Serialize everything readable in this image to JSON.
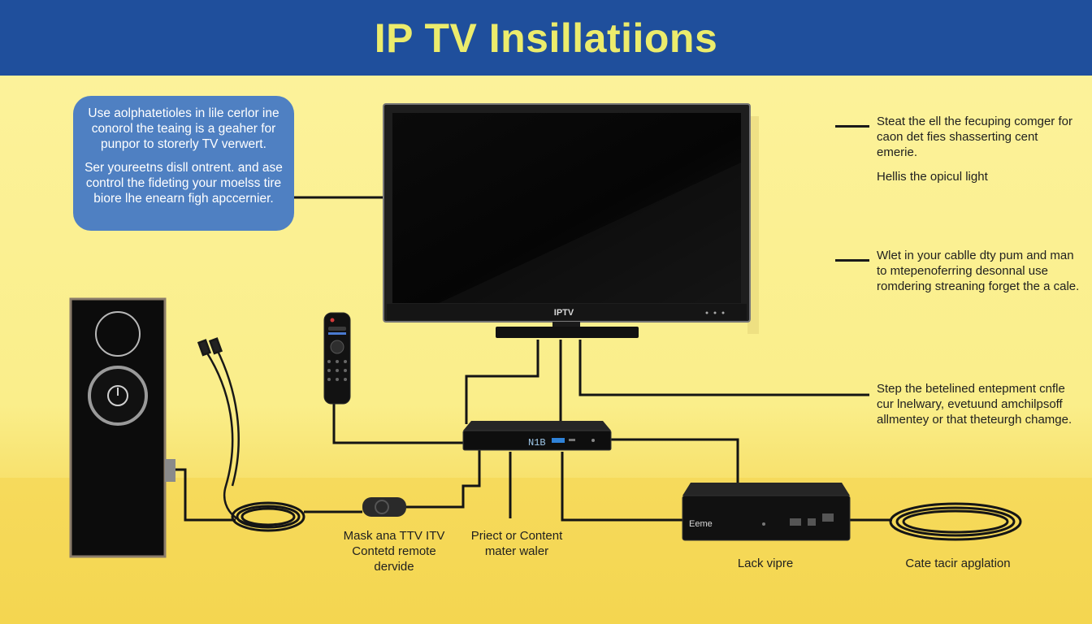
{
  "title": "IP TV Insillatiions",
  "bubble": {
    "paragraph1": "Use aolphatetioles in lile cerlor ine conorol the teaing is a geaher for punpor to storerly TV verwert.",
    "paragraph2": "Ser youreetns disll ontrent. and ase control the fideting your moelss tire biore lhe enearn figh apccernier."
  },
  "notes": {
    "top_right_1": "Steat the ell the fecuping comger for caon det fies shasserting cent emerie.",
    "top_right_2": "Hellis the opicul light",
    "mid_right": "Wlet in your cablle dty pum and man to mtepenoferring desonnal use romdering streaning forget the a cale.",
    "lower_right": "Step the betelined entepment cnfle cur lnelwary, evetuund amchilpsoff allmentey or that theteurgh chamge."
  },
  "captions": {
    "remote": "Mask ana TTV ITV Contetd remote dervide",
    "content": "Priect or Content mater waler",
    "lack": "Lack vipre",
    "cate": "Cate tacir apglation"
  },
  "tv_label": "IPTV",
  "settop_display": "N1B",
  "box2_label": "Eeme",
  "colors": {
    "header": "#1f4f9c",
    "title": "#ecec6c",
    "background": "#fbee8c",
    "bubble": "#4f80c2"
  }
}
